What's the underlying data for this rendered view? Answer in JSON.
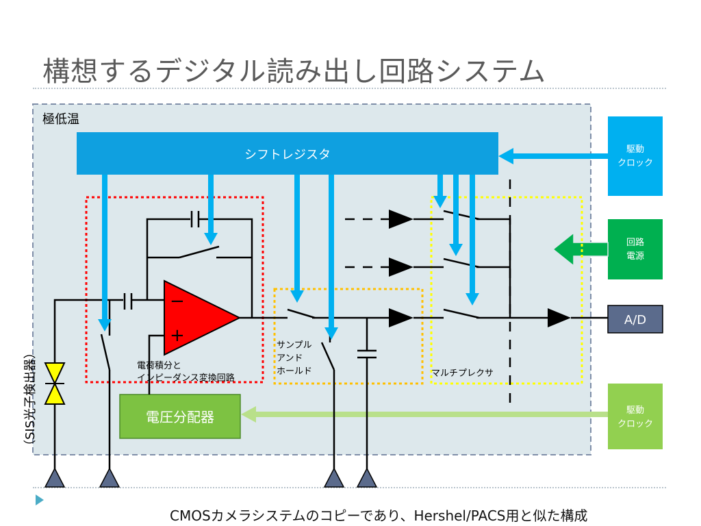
{
  "title": "構想するデジタル読み出し回路システム",
  "caption": "CMOSカメラシステムのコピーであり、Hershel/PACS用と似た構成",
  "diagram": {
    "region_label": "極低温",
    "shift_register": "シフトレジスタ",
    "clock_top": [
      "駆動",
      "クロック"
    ],
    "power": [
      "回路",
      "電源"
    ],
    "clock_bottom": [
      "駆動",
      "クロック"
    ],
    "ad": "A/D",
    "voltage_divider": "電圧分配器",
    "integrator_label": [
      "電荷積分と",
      "インピーダンス変換回路"
    ],
    "sample_hold_label": [
      "サンプル",
      "アンド",
      "ホールド"
    ],
    "mux_label": "マルチプレクサ",
    "detector_label": "（SIS光子検出器）",
    "opamp_minus": "−",
    "opamp_plus": "+"
  },
  "colors": {
    "cyan": "#00b0f0",
    "shift_blue": "#0fa0e0",
    "green_dark": "#00b050",
    "green_light": "#92d050",
    "red": "#ff0000",
    "yellow": "#ffff00",
    "orange": "#ffc000",
    "slate": "#5b6b8c"
  }
}
